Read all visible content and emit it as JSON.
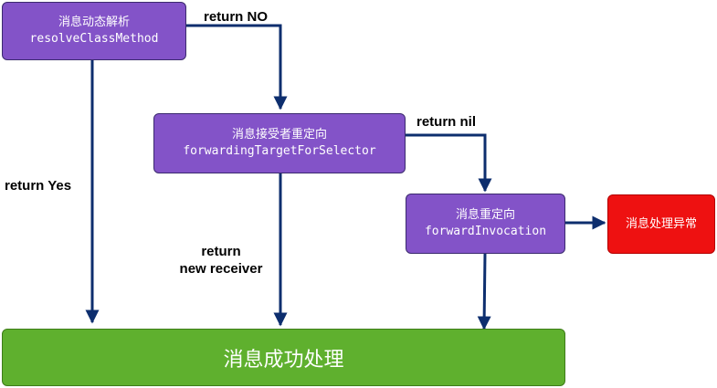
{
  "nodes": {
    "resolve": {
      "title": "消息动态解析",
      "method": "resolveClassMethod"
    },
    "forwarding_target": {
      "title": "消息接受者重定向",
      "method": "forwardingTargetForSelector"
    },
    "forward_invocation": {
      "title": "消息重定向",
      "method": "forwardInvocation"
    },
    "exception": {
      "title": "消息处理异常"
    },
    "success": {
      "title": "消息成功处理"
    }
  },
  "edges": {
    "return_no": "return NO",
    "return_nil": "return nil",
    "return_yes": "return Yes",
    "return_new_receiver_1": "return",
    "return_new_receiver_2": "new receiver"
  },
  "colors": {
    "node_purple": "#8353c8",
    "node_red": "#ee1111",
    "node_green": "#5fb02e",
    "arrow": "#0d2e6e"
  }
}
